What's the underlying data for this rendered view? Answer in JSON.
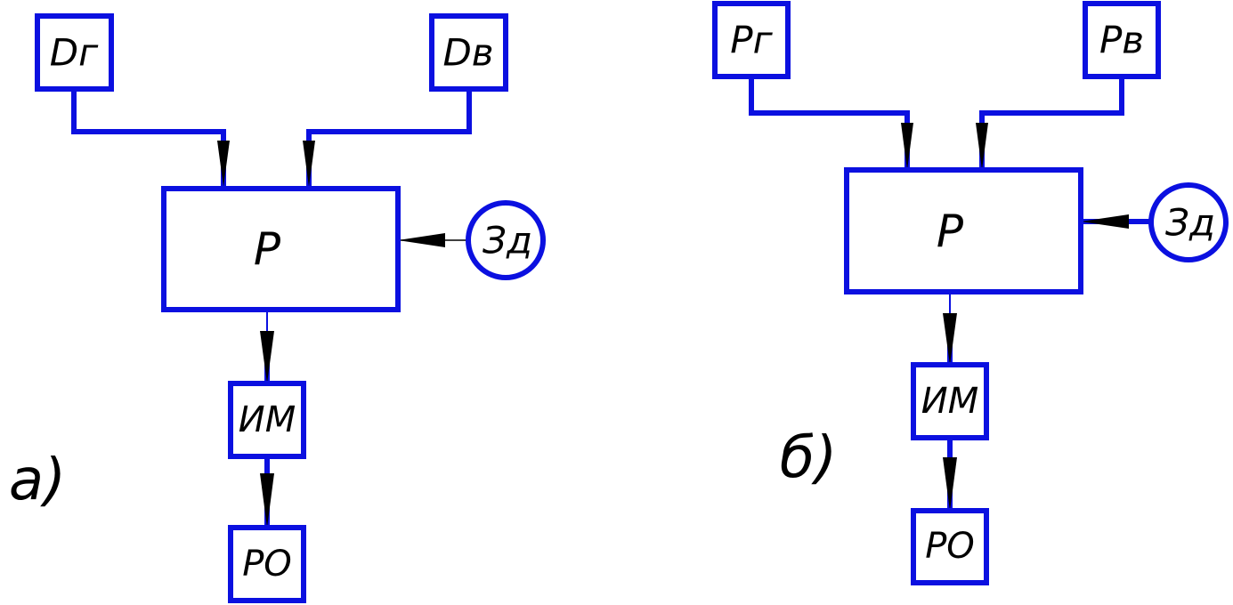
{
  "diagram_a": {
    "caption": "а)",
    "sensor_left": "Dг",
    "sensor_right": "Dв",
    "regulator": "Р",
    "setpoint": "Зд",
    "actuator": "ИМ",
    "regulating_body": "РО"
  },
  "diagram_b": {
    "caption": "б)",
    "sensor_left": "Рг",
    "sensor_right": "Рв",
    "regulator": "Р",
    "setpoint": "Зд",
    "actuator": "ИМ",
    "regulating_body": "РО"
  },
  "colors": {
    "lines": "#0b10e0",
    "arrows": "#000000",
    "text": "#000000"
  }
}
